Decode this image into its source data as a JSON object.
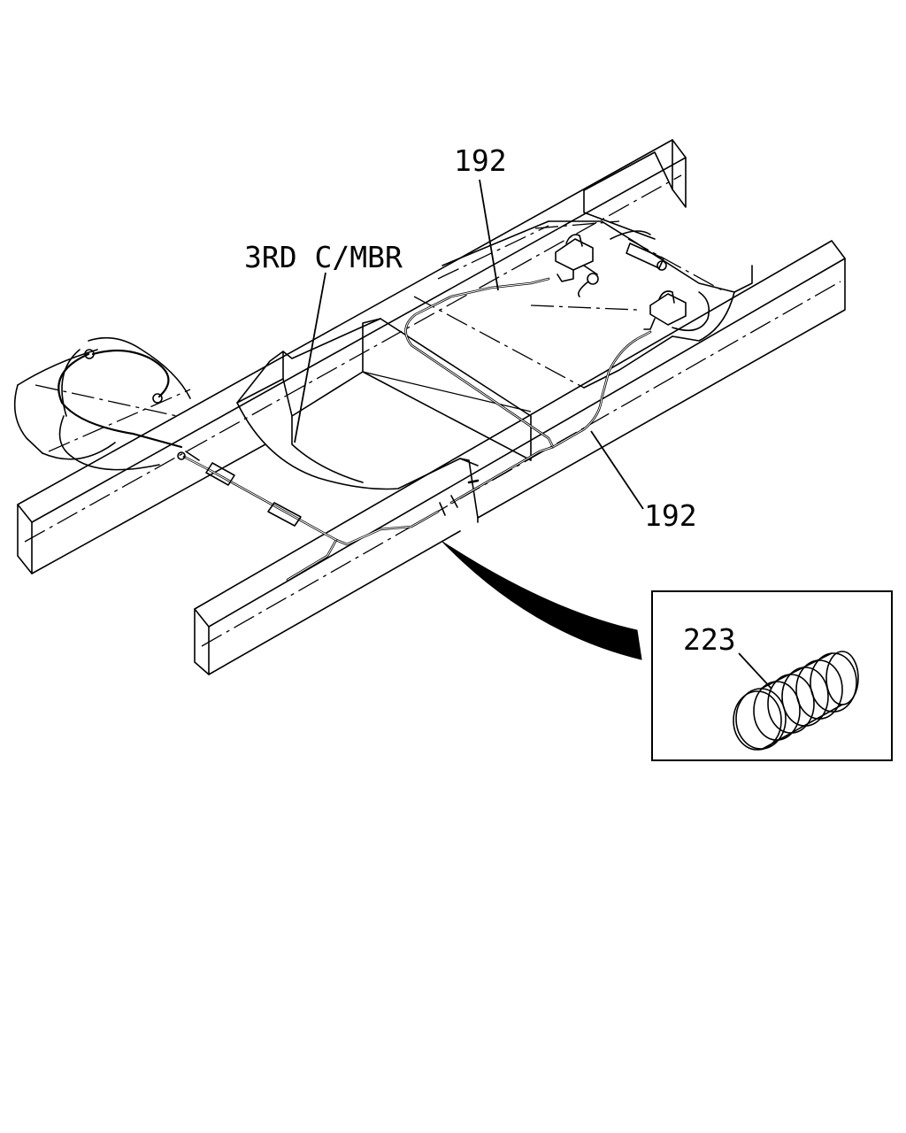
{
  "labels": {
    "third_crossmember": "3RD C/MBR",
    "part_192_top": "192",
    "part_192_bottom": "192",
    "part_223": "223"
  },
  "colors": {
    "line": "#000000",
    "background": "#ffffff"
  },
  "icons": [
    "tube-clip-icon",
    "sensor-valve-icon"
  ]
}
